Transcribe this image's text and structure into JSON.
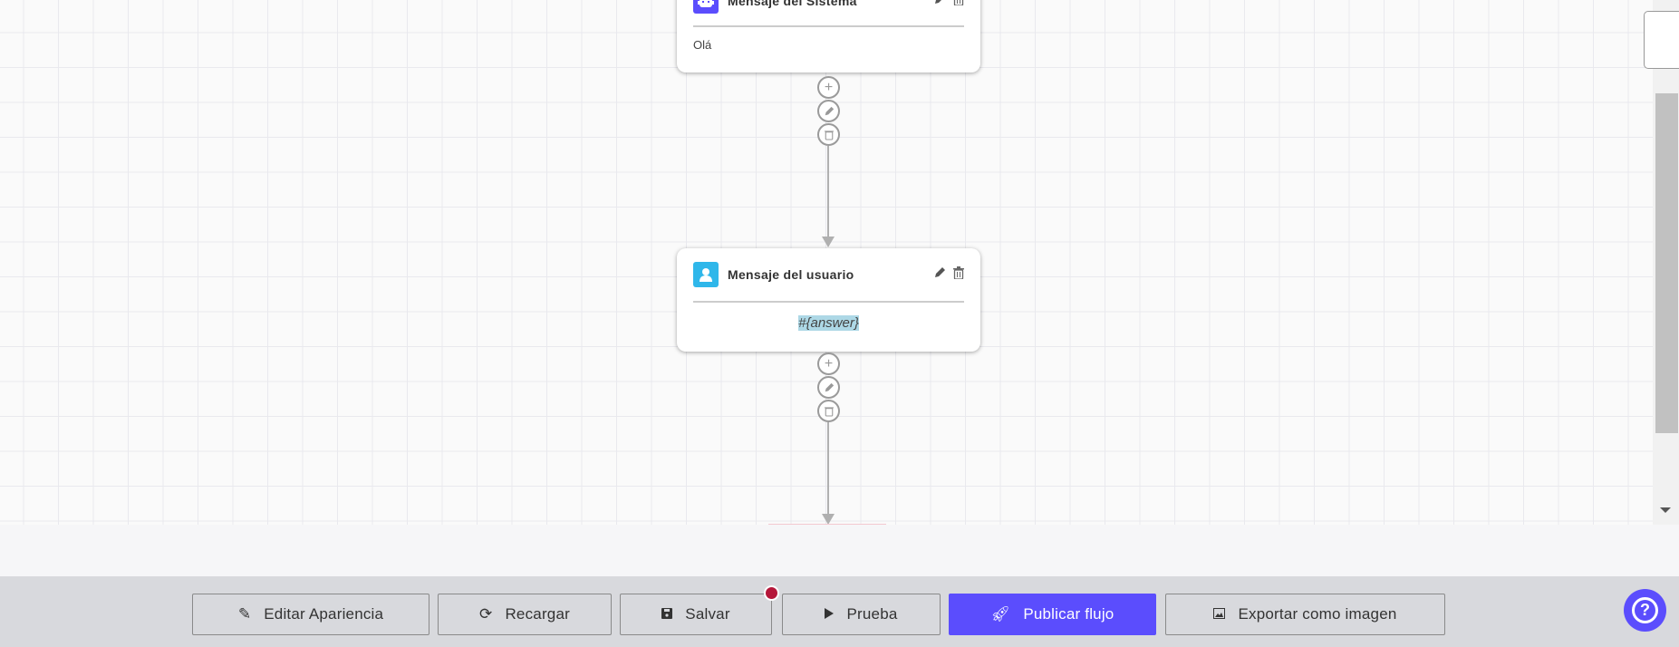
{
  "nodes": [
    {
      "type": "system",
      "title": "Mensaje del Sistema",
      "body": "Olá",
      "icon": "robot-icon",
      "color": "#5b4dfd"
    },
    {
      "type": "user",
      "title": "Mensaje del usuario",
      "body": "#{answer}",
      "icon": "user-icon",
      "color": "#2fb7ea"
    }
  ],
  "toolbar": {
    "edit_appearance": "Editar Apariencia",
    "reload": "Recargar",
    "save": "Salvar",
    "test": "Prueba",
    "publish": "Publicar flujo",
    "export": "Exportar como imagen",
    "unsaved_indicator_color": "#b5173a"
  },
  "help": {
    "icon": "question-circle-icon",
    "color": "#5b4dfd"
  }
}
